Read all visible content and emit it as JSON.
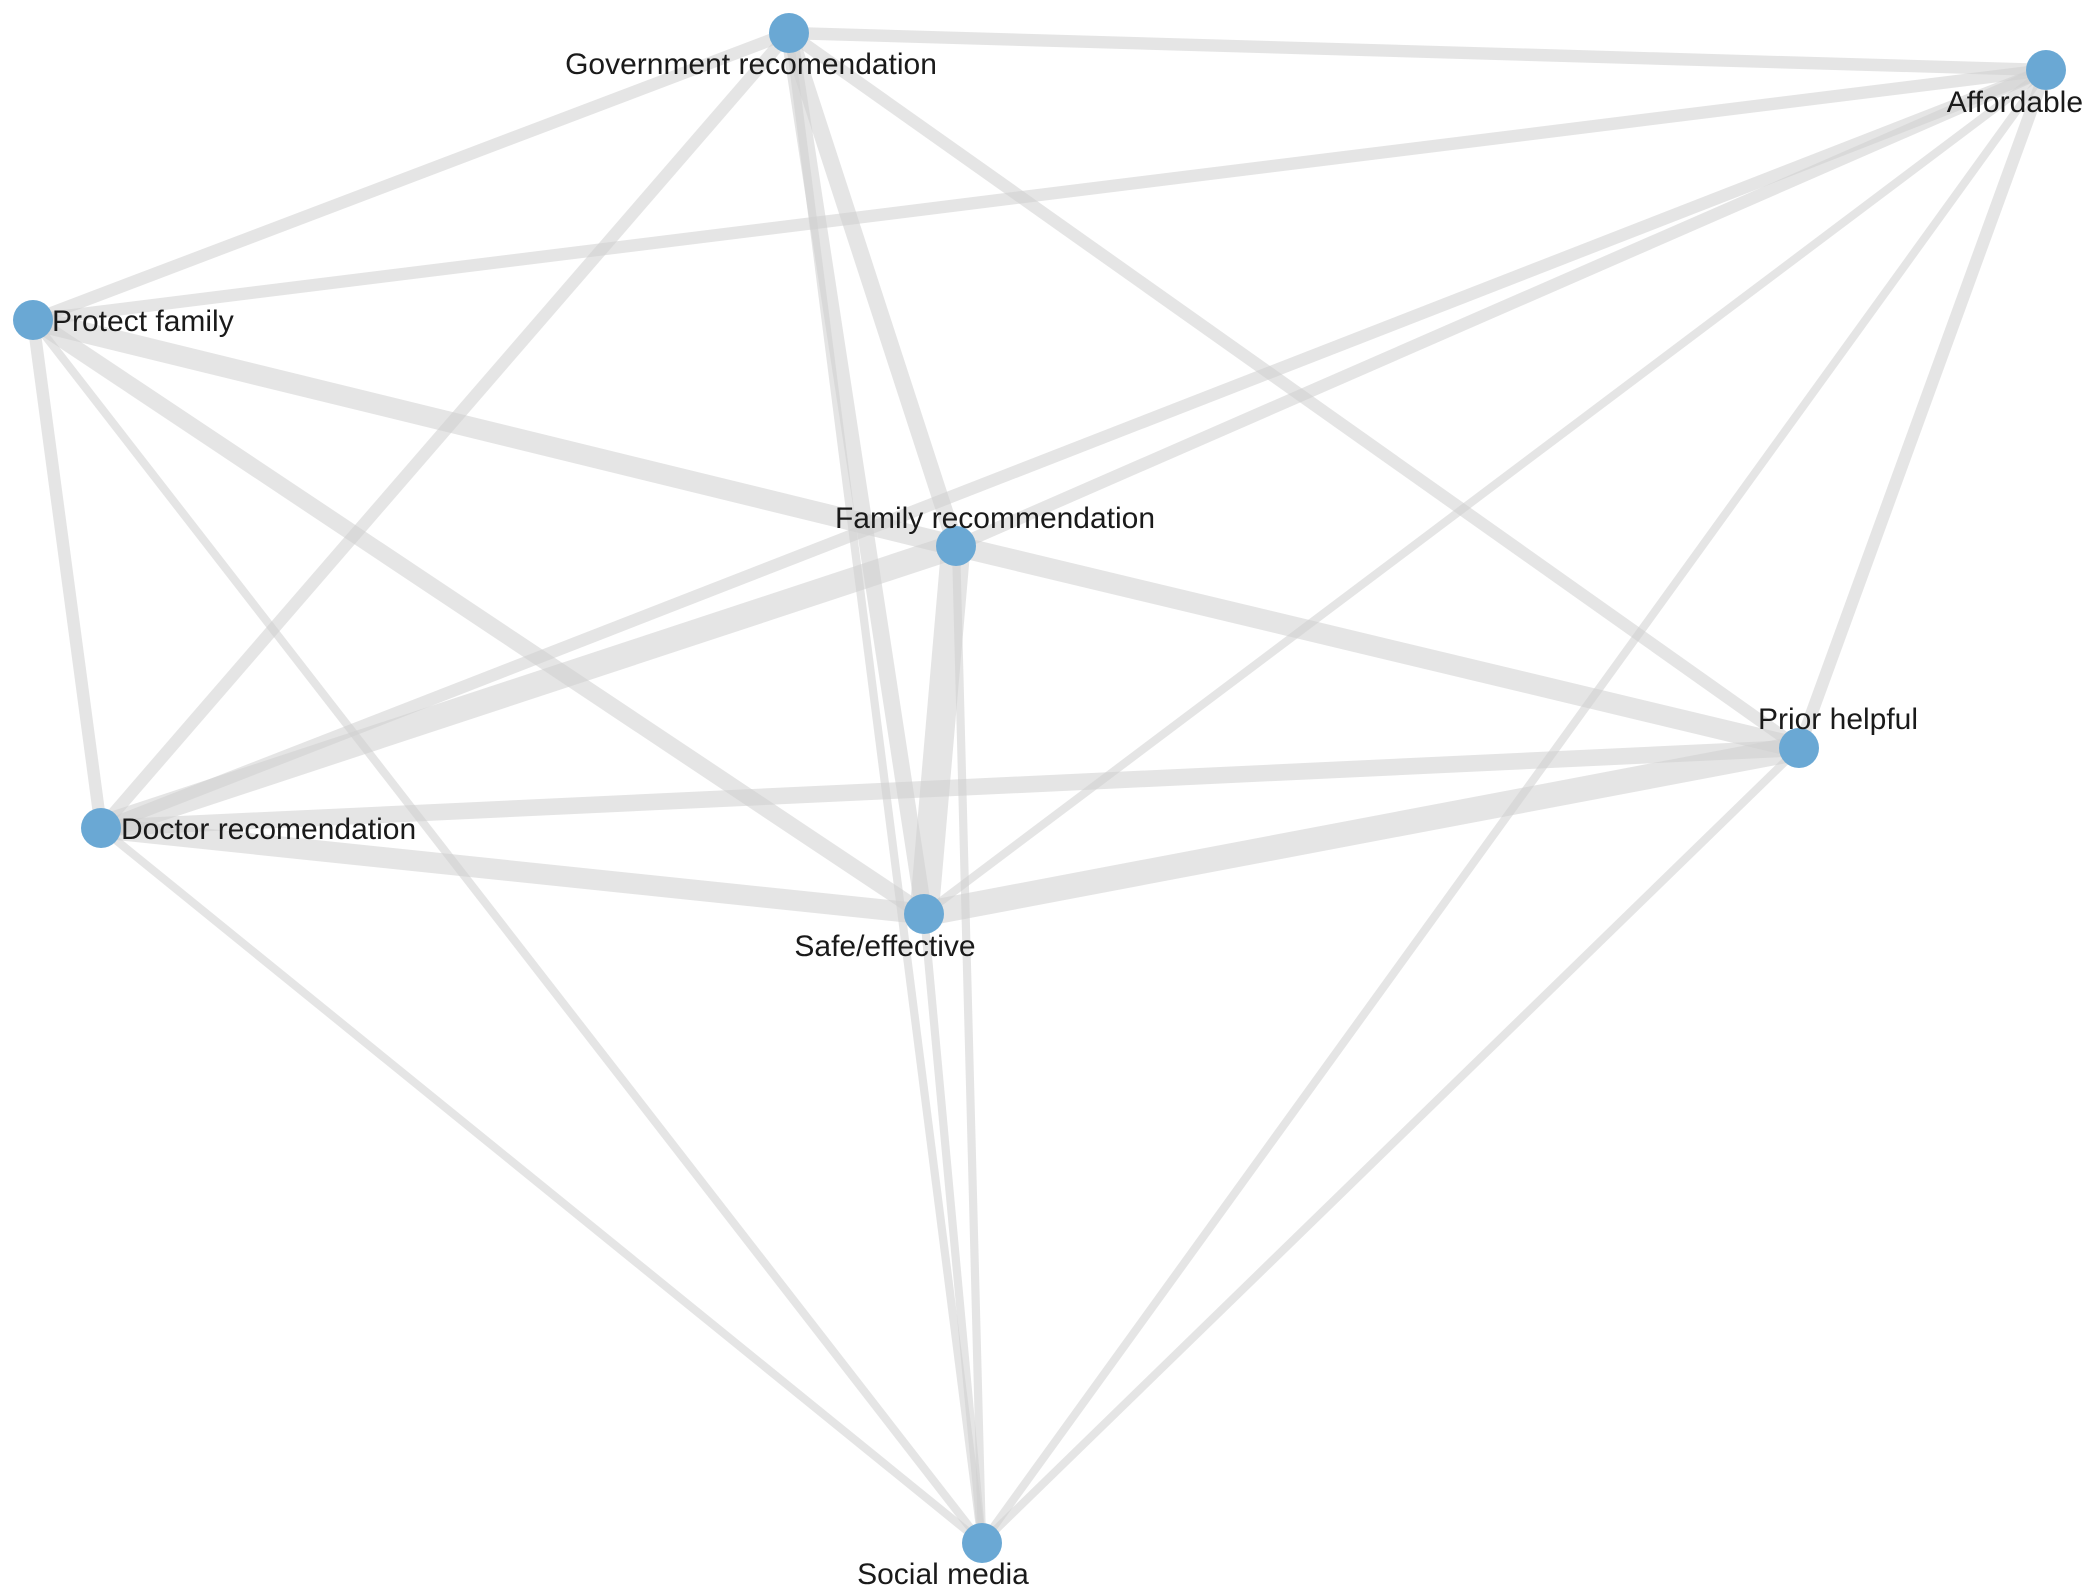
{
  "diagram": {
    "type": "network",
    "colors": {
      "node": "#6aa8d4",
      "edge": "#cfcfcf",
      "background": "#ffffff",
      "label": "#1a1a1a"
    },
    "nodes": [
      {
        "id": "gov",
        "label": "Government recomendation"
      },
      {
        "id": "afford",
        "label": "Affordable"
      },
      {
        "id": "protect",
        "label": "Protect family"
      },
      {
        "id": "family",
        "label": "Family recommendation"
      },
      {
        "id": "prior",
        "label": "Prior helpful"
      },
      {
        "id": "doctor",
        "label": "Doctor recomendation"
      },
      {
        "id": "safe",
        "label": "Safe/effective"
      },
      {
        "id": "social",
        "label": "Social media"
      }
    ],
    "edges": [
      {
        "source": "gov",
        "target": "afford",
        "weight": 2
      },
      {
        "source": "gov",
        "target": "protect",
        "weight": 2
      },
      {
        "source": "gov",
        "target": "family",
        "weight": 3
      },
      {
        "source": "gov",
        "target": "prior",
        "weight": 2
      },
      {
        "source": "gov",
        "target": "doctor",
        "weight": 2
      },
      {
        "source": "gov",
        "target": "safe",
        "weight": 3
      },
      {
        "source": "gov",
        "target": "social",
        "weight": 1
      },
      {
        "source": "afford",
        "target": "protect",
        "weight": 2
      },
      {
        "source": "afford",
        "target": "family",
        "weight": 2
      },
      {
        "source": "afford",
        "target": "doctor",
        "weight": 2
      },
      {
        "source": "afford",
        "target": "safe",
        "weight": 1
      },
      {
        "source": "afford",
        "target": "prior",
        "weight": 2
      },
      {
        "source": "afford",
        "target": "social",
        "weight": 1
      },
      {
        "source": "protect",
        "target": "family",
        "weight": 4
      },
      {
        "source": "protect",
        "target": "doctor",
        "weight": 2
      },
      {
        "source": "protect",
        "target": "safe",
        "weight": 3
      },
      {
        "source": "protect",
        "target": "social",
        "weight": 1
      },
      {
        "source": "family",
        "target": "prior",
        "weight": 4
      },
      {
        "source": "family",
        "target": "doctor",
        "weight": 5
      },
      {
        "source": "family",
        "target": "safe",
        "weight": 6
      },
      {
        "source": "family",
        "target": "social",
        "weight": 1
      },
      {
        "source": "prior",
        "target": "doctor",
        "weight": 3
      },
      {
        "source": "prior",
        "target": "safe",
        "weight": 5
      },
      {
        "source": "prior",
        "target": "social",
        "weight": 1
      },
      {
        "source": "doctor",
        "target": "safe",
        "weight": 4
      },
      {
        "source": "doctor",
        "target": "social",
        "weight": 1
      },
      {
        "source": "safe",
        "target": "social",
        "weight": 1
      }
    ]
  }
}
